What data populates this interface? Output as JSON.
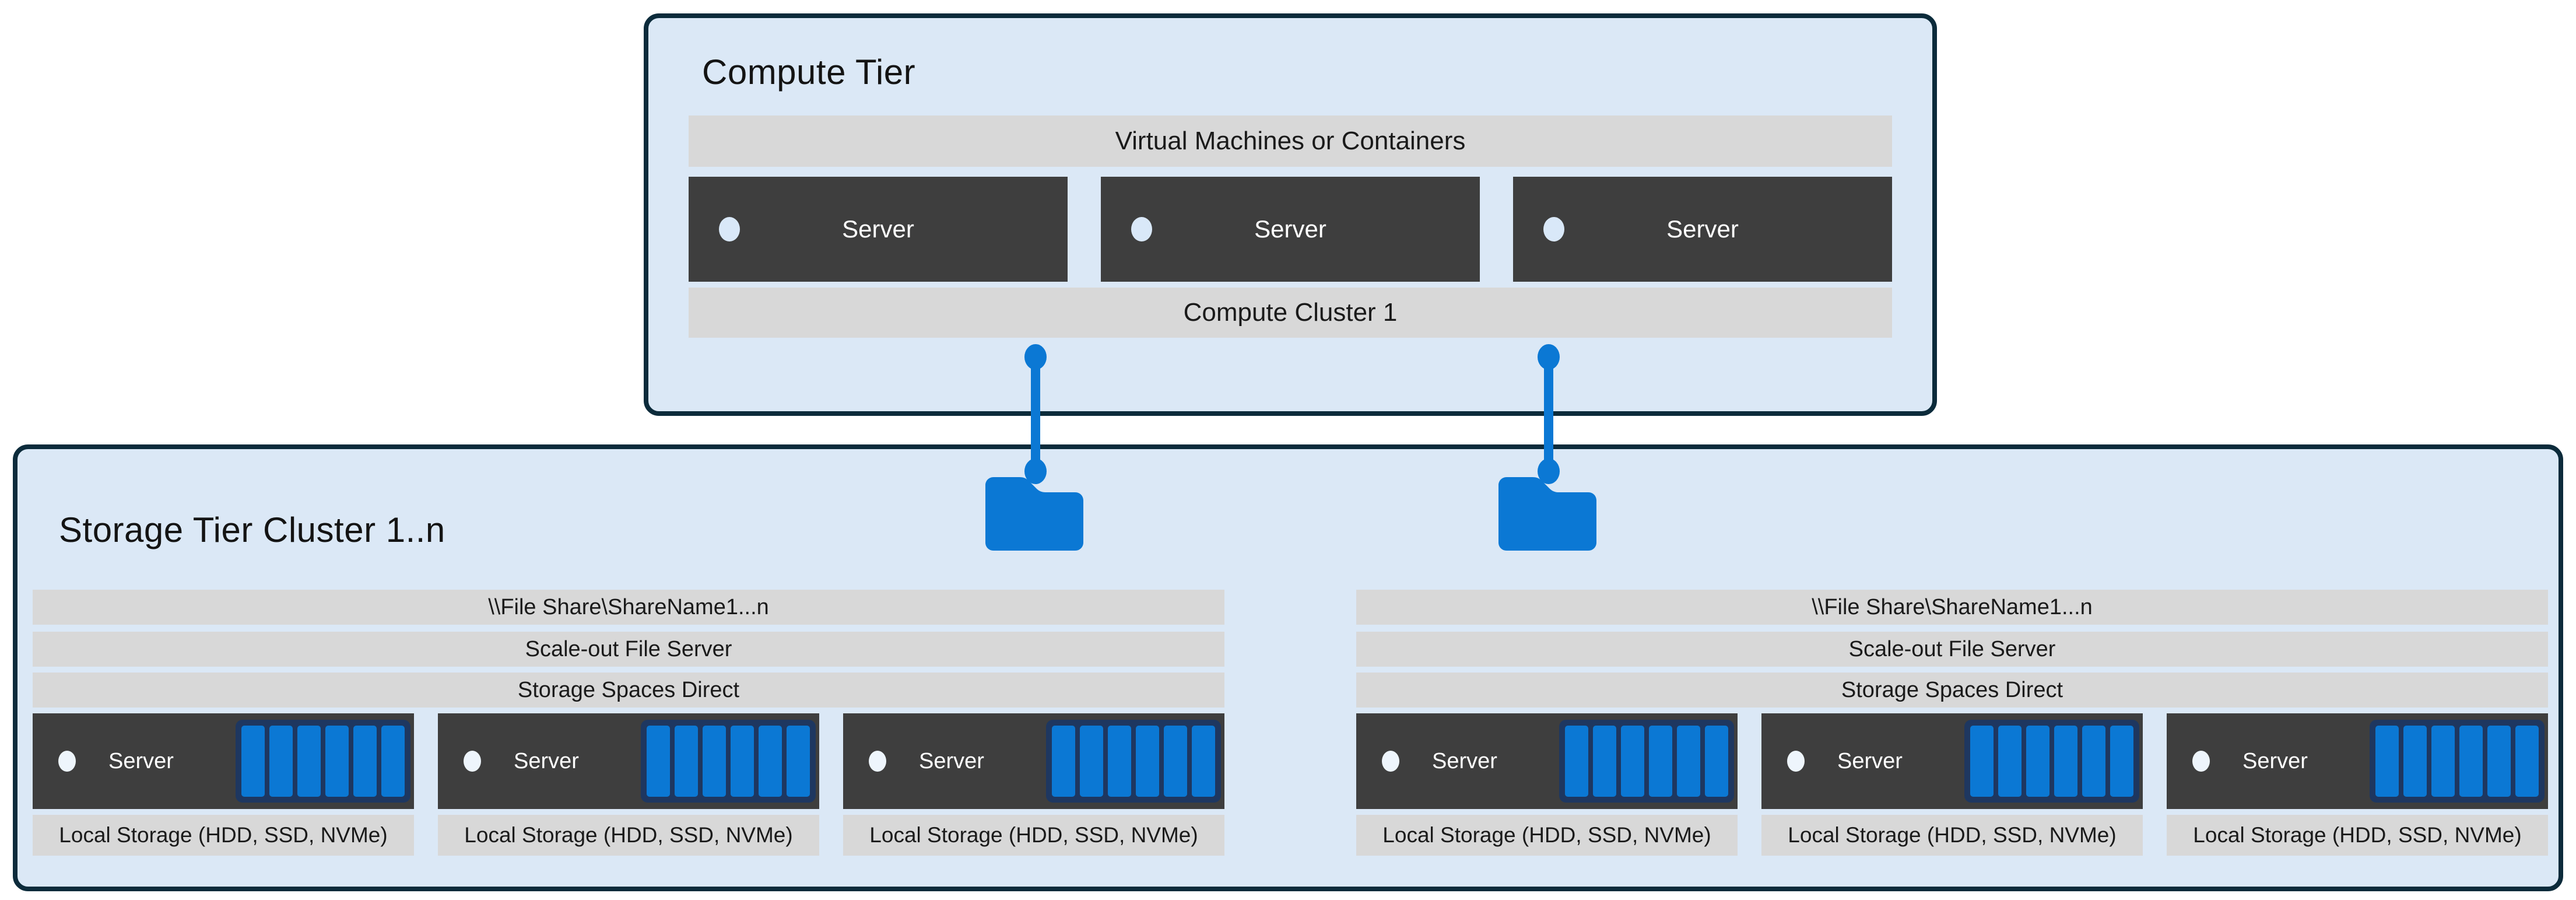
{
  "palette": {
    "page_bg": "#ffffff",
    "tier_fill": "#dbe8f6",
    "tier_border": "#0c2b3b",
    "bar_fill": "#d8d8d8",
    "server_fill": "#3e3e3e",
    "accent_blue": "#0b78d4",
    "disk_frame_navy": "#1e3760",
    "bullet_compute": "#d9e8f8",
    "bullet_storage": "#eef5fc"
  },
  "compute_tier": {
    "title": "Compute Tier",
    "top_bar": "Virtual Machines or Containers",
    "bottom_bar": "Compute Cluster 1",
    "servers": [
      {
        "label": "Server"
      },
      {
        "label": "Server"
      },
      {
        "label": "Server"
      }
    ]
  },
  "storage_tier": {
    "title": "Storage Tier Cluster 1..n",
    "groups": [
      {
        "file_share": "\\\\File Share\\ShareName1...n",
        "sofs": "Scale-out File Server",
        "s2d": "Storage Spaces Direct",
        "servers": [
          {
            "label": "Server"
          },
          {
            "label": "Server"
          },
          {
            "label": "Server"
          }
        ],
        "local_storage": "Local Storage (HDD, SSD, NVMe)"
      },
      {
        "file_share": "\\\\File Share\\ShareName1...n",
        "sofs": "Scale-out File Server",
        "s2d": "Storage Spaces Direct",
        "servers": [
          {
            "label": "Server"
          },
          {
            "label": "Server"
          },
          {
            "label": "Server"
          }
        ],
        "local_storage": "Local Storage (HDD, SSD, NVMe)"
      }
    ]
  }
}
